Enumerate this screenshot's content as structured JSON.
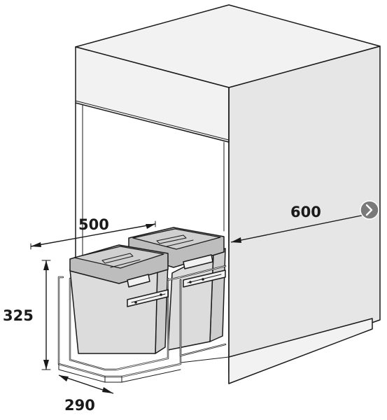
{
  "dimensions": {
    "width_label": "500",
    "depth_label": "600",
    "height_label": "325",
    "front_width_label": "290"
  },
  "nav_icon": "chevron-right-icon",
  "colors": {
    "line": "#1a1a1a",
    "cabinet_fill": "#f2f2f2",
    "bin_fill": "#dcdcdc",
    "lid_fill": "#bdbdbd",
    "nav_button": "#7a7a7a"
  }
}
